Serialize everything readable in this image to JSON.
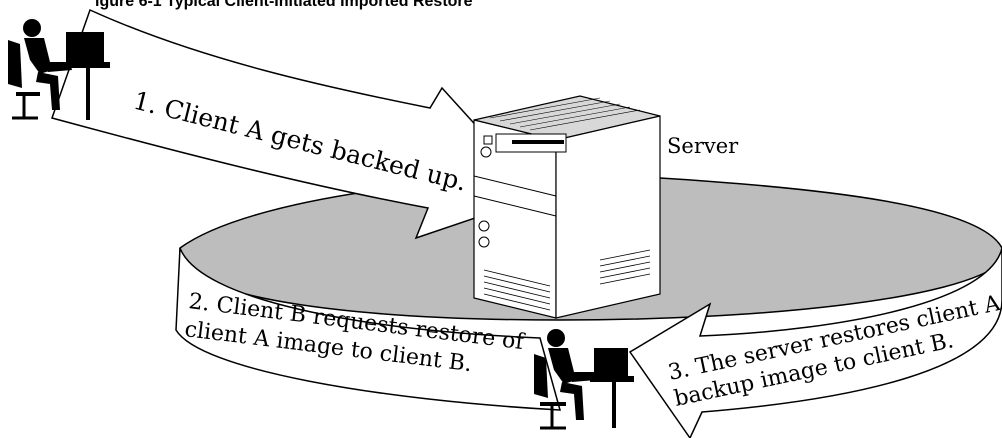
{
  "header_fragment": "igure 6-1 Typical Client-Initiated Imported Restore",
  "server_label": "Server",
  "step1": {
    "line1": "1. Client A gets backed up."
  },
  "step2": {
    "line1": "2. Client B requests restore of",
    "line2": "client A image to client B."
  },
  "step3": {
    "line1": "3. The server restores client A",
    "line2": "backup image to client B."
  },
  "icons": [
    "client-a-workstation-icon",
    "client-b-workstation-icon",
    "server-tower-icon"
  ],
  "colors": {
    "ring_fill": "#bdbdbd",
    "arrow_fill": "#ffffff",
    "stroke": "#000000"
  }
}
